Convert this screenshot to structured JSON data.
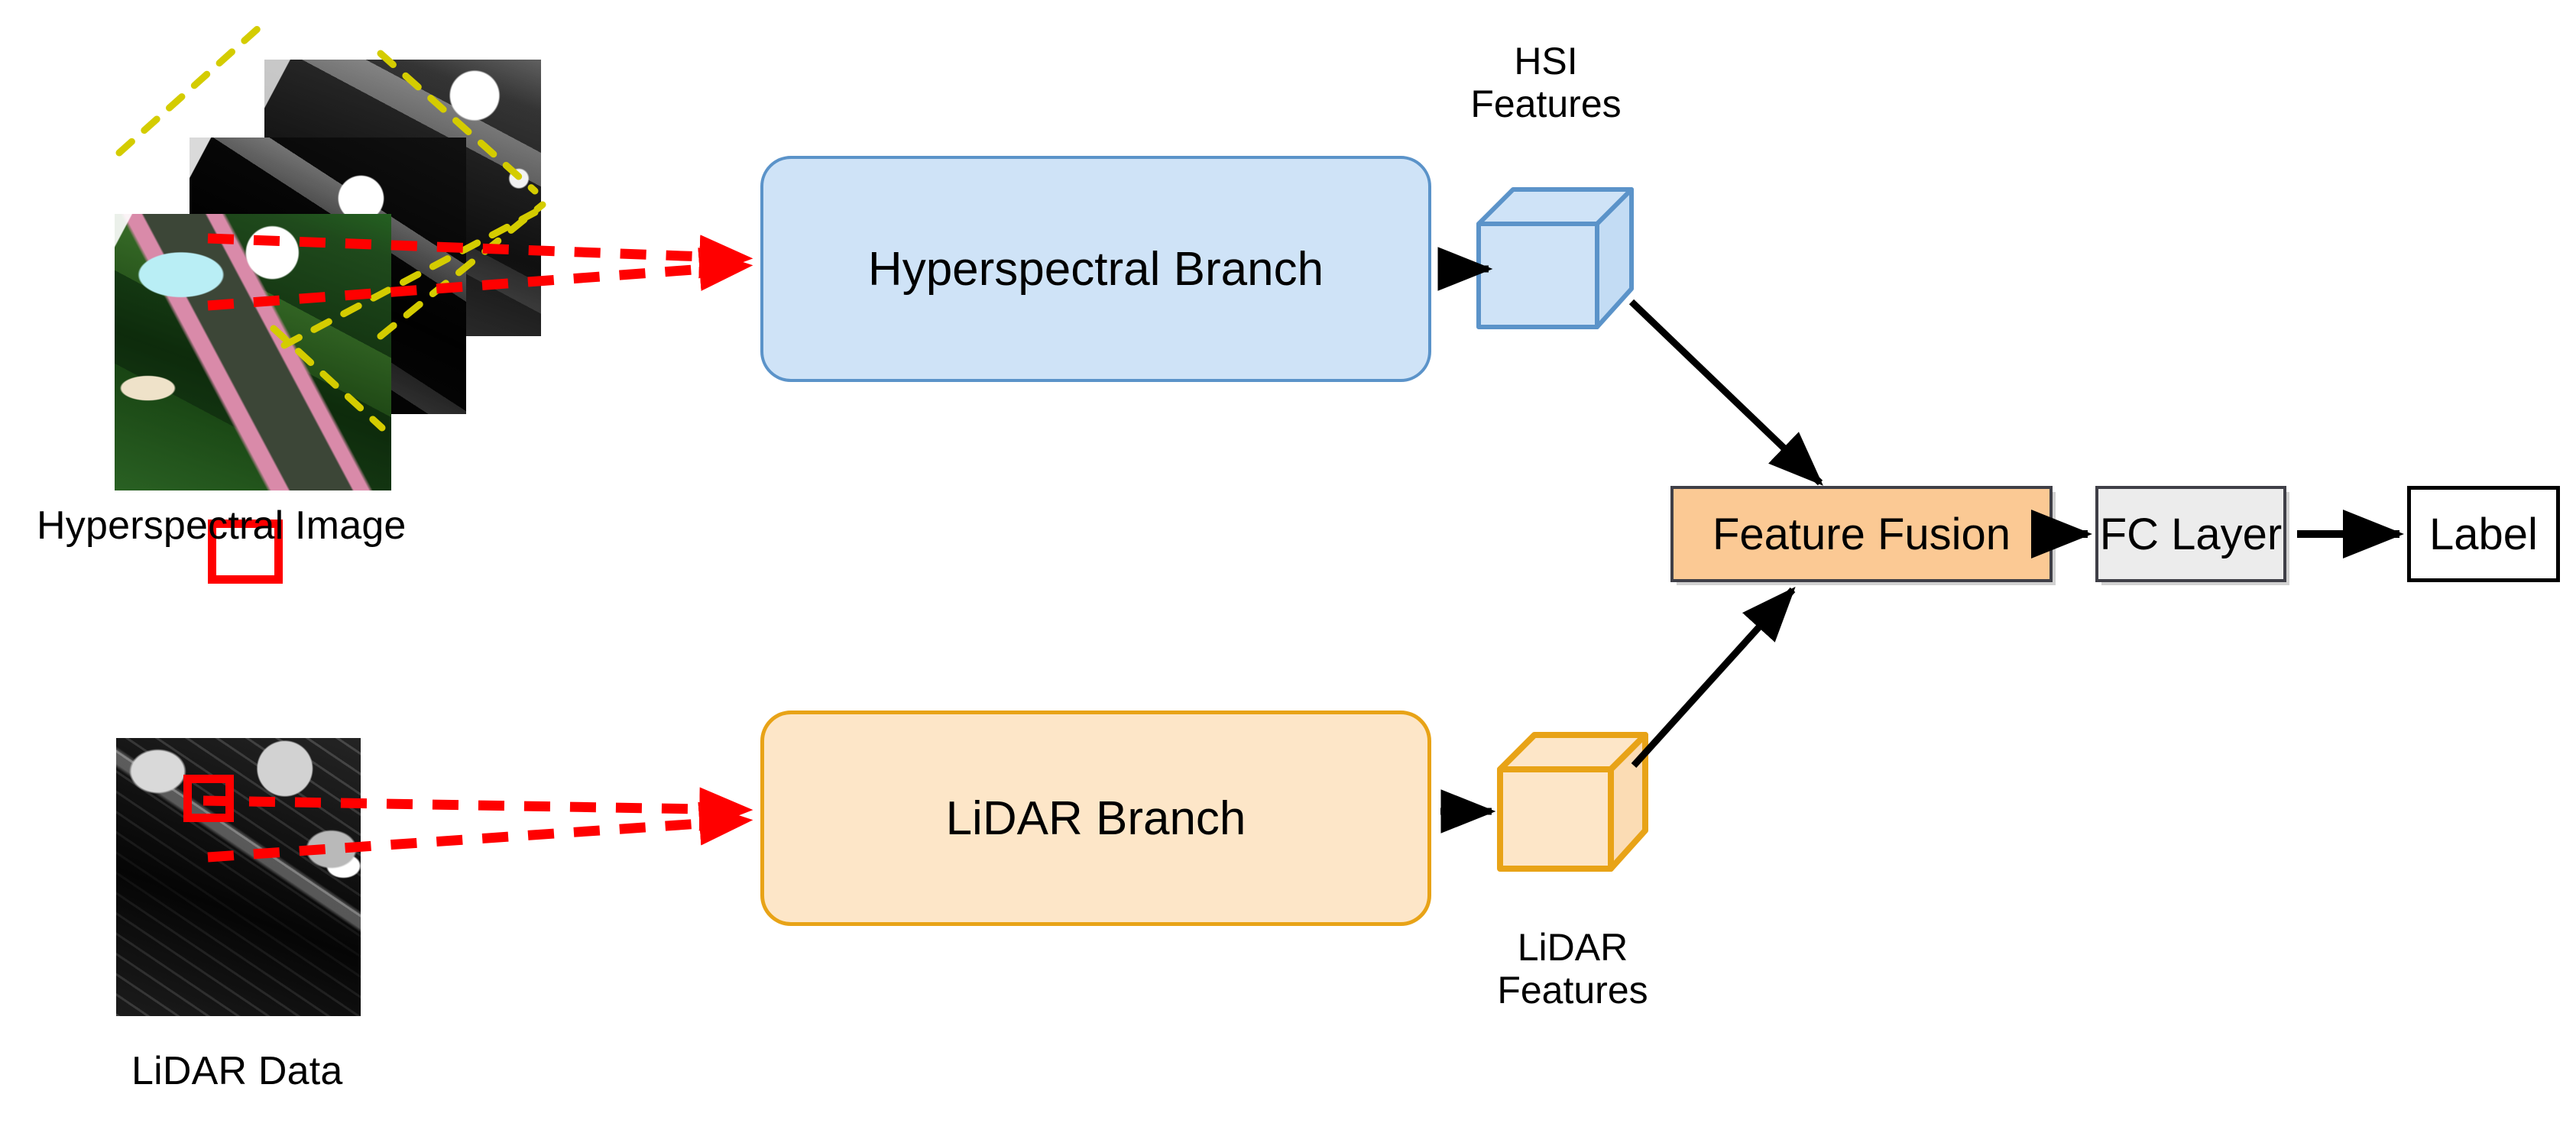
{
  "diagram": {
    "title": "Two-branch hyperspectral and LiDAR fusion network",
    "colors": {
      "hsi_branch_fill": "#cfe3f7",
      "hsi_branch_stroke": "#5b93c9",
      "lidar_branch_fill": "#fde6c8",
      "lidar_branch_stroke": "#e8a317",
      "fusion_fill": "#fbc994",
      "fc_fill": "#ececec",
      "label_fill": "#ffffff",
      "patch_highlight": "#ff0000",
      "cube_guide": "#d4cc00",
      "arrow": "#000000",
      "dashed_arrow": "#ff0000"
    }
  },
  "inputs": {
    "hyperspectral": {
      "caption": "Hyperspectral Image",
      "bands": 3,
      "patch_box": "red-square-patch"
    },
    "lidar": {
      "caption": "LiDAR Data",
      "patch_box": "red-square-patch"
    }
  },
  "branches": {
    "hyperspectral": {
      "label": "Hyperspectral Branch"
    },
    "lidar": {
      "label": "LiDAR Branch"
    }
  },
  "features": {
    "hsi": {
      "line1": "HSI",
      "line2": "Features"
    },
    "lidar": {
      "line1": "LiDAR",
      "line2": "Features"
    }
  },
  "pipeline": {
    "fusion": {
      "label": "Feature Fusion"
    },
    "fc": {
      "label": "FC Layer"
    },
    "output": {
      "label": "Label"
    }
  }
}
